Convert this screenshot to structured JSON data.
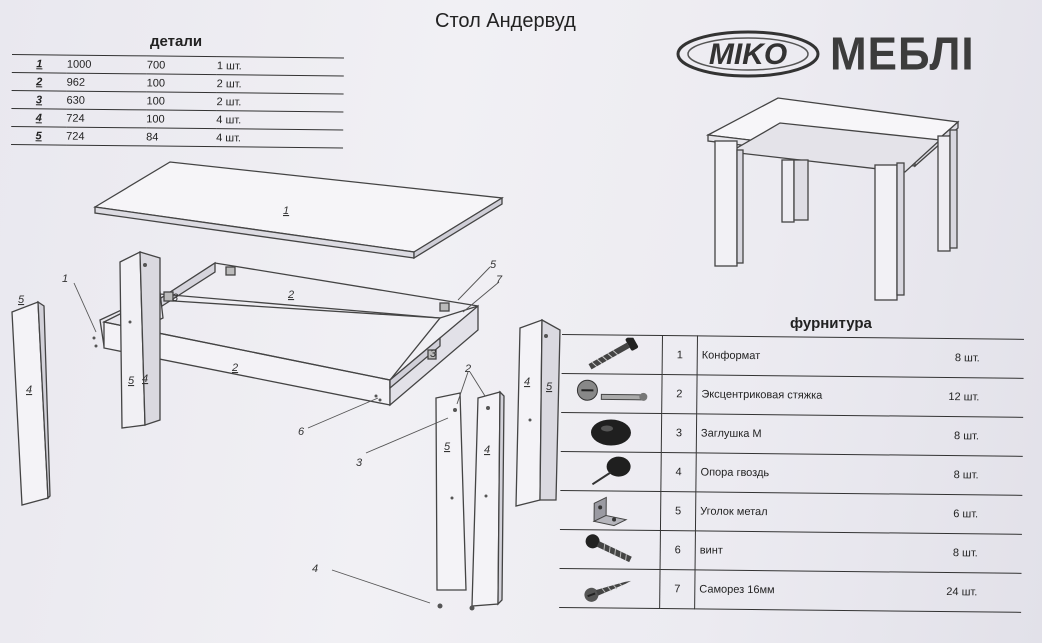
{
  "title": "Стол Андервуд",
  "logo": {
    "miko": "MIKO",
    "mebli": "МЕБЛІ"
  },
  "parts": {
    "heading": "детали",
    "rows": [
      {
        "num": "1",
        "a": "1000",
        "b": "700",
        "qty": "1 шт."
      },
      {
        "num": "2",
        "a": "962",
        "b": "100",
        "qty": "2 шт."
      },
      {
        "num": "3",
        "a": "630",
        "b": "100",
        "qty": "2 шт."
      },
      {
        "num": "4",
        "a": "724",
        "b": "100",
        "qty": "4 шт."
      },
      {
        "num": "5",
        "a": "724",
        "b": "84",
        "qty": "4 шт."
      }
    ]
  },
  "hardware": {
    "heading": "фурнитура",
    "rows": [
      {
        "num": "1",
        "name": "Конформат",
        "qty": "8 шт.",
        "icon": "screw-confirmat-icon"
      },
      {
        "num": "2",
        "name": "Эксцентриковая стяжка",
        "qty": "12 шт.",
        "icon": "cam-lock-icon"
      },
      {
        "num": "3",
        "name": "Заглушка М",
        "qty": "8 шт.",
        "icon": "cap-plug-icon"
      },
      {
        "num": "4",
        "name": "Опора гвоздь",
        "qty": "8 шт.",
        "icon": "glide-nail-icon"
      },
      {
        "num": "5",
        "name": "Уголок метал",
        "qty": "6 шт.",
        "icon": "metal-bracket-icon"
      },
      {
        "num": "6",
        "name": "винт",
        "qty": "8 шт.",
        "icon": "bolt-icon"
      },
      {
        "num": "7",
        "name": "Саморез 16мм",
        "qty": "24 шт.",
        "icon": "wood-screw-icon"
      }
    ]
  },
  "drawing": {
    "labels": {
      "top": "1",
      "frame_back": "2",
      "frame_front": "2",
      "frame_side_left": "3",
      "frame_side_right": "3",
      "leg_left_a": "5",
      "leg_left_b": "4",
      "leg_back_a": "5",
      "leg_back_b": "4",
      "leg_right_a": "4",
      "leg_right_b": "5",
      "leg_front_a": "5",
      "leg_front_b": "4",
      "callout_1": "1",
      "callout_2": "2",
      "callout_3": "3",
      "callout_4": "4",
      "callout_5": "5",
      "callout_6": "6",
      "callout_7": "7"
    }
  }
}
